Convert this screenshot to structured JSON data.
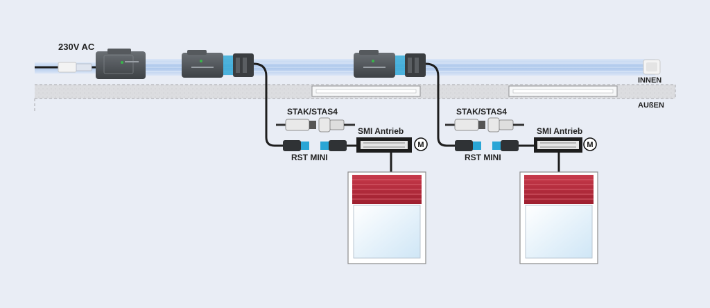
{
  "labels": {
    "supply": "230V AC",
    "inside": "INNEN",
    "outside": "AUßEN",
    "plug_left": "STAK/STAS4",
    "plug_right": "STAK/STAS4",
    "rst_left": "RST MINI",
    "rst_right": "RST MINI",
    "drive_left": "SMI Antrieb",
    "drive_right": "SMI Antrieb",
    "motor_left": "M",
    "motor_right": "M"
  },
  "colors": {
    "background": "#e9edf5",
    "wall": "#dcdde0",
    "cable_glow": "#a9c4ec",
    "shutter_red": "#b8283a",
    "connector_blue": "#2aa6d6",
    "device_dark": "#4a4e52"
  }
}
